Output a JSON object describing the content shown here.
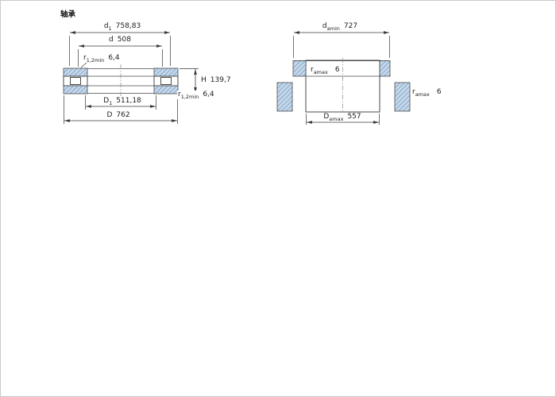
{
  "title": "轴承",
  "colors": {
    "background": "#ffffff",
    "outline": "#4a4a4a",
    "dimension_line": "#3a3a3a",
    "hatch_fill": "#c4d7ea",
    "hatch_line": "#5f87b2",
    "text": "#1c1c1c"
  },
  "left_view": {
    "d1": {
      "base": "d",
      "sub": "1",
      "value": "758,83"
    },
    "d": {
      "base": "d",
      "sub": "",
      "value": "508"
    },
    "r12_top": {
      "base": "r",
      "sub": "1,2min",
      "value": "6,4"
    },
    "H": {
      "base": "H",
      "sub": "",
      "value": "139,7"
    },
    "r12_bottom": {
      "base": "r",
      "sub": "1,2min",
      "value": "6,4"
    },
    "D1": {
      "base": "D",
      "sub": "1",
      "value": "511,18"
    },
    "D": {
      "base": "D",
      "sub": "",
      "value": "762"
    }
  },
  "right_view": {
    "damin": {
      "base": "d",
      "sub": "amin",
      "value": "727"
    },
    "ra_top": {
      "base": "r",
      "sub": "amax",
      "value": "6"
    },
    "ra_side": {
      "base": "r",
      "sub": "amax",
      "value": "6"
    },
    "Damax": {
      "base": "D",
      "sub": "amax",
      "value": "557"
    }
  }
}
